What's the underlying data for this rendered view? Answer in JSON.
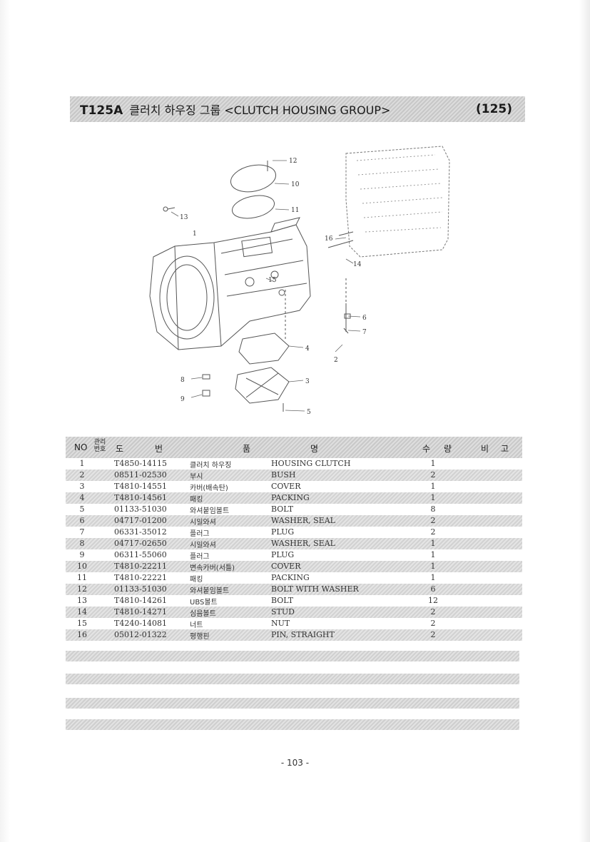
{
  "header": {
    "code": "T125A",
    "title": "클러치 하우징 그룹 <CLUTCH HOUSING GROUP>",
    "group_no": "(125)"
  },
  "diagram": {
    "callouts": [
      "12",
      "10",
      "11",
      "13",
      "1",
      "16",
      "14",
      "15",
      "6",
      "7",
      "4",
      "2",
      "8",
      "3",
      "9",
      "5"
    ]
  },
  "table": {
    "headers": {
      "no": "NO",
      "mgmt_top": "관리",
      "mgmt_bottom": "번호",
      "drawing_1": "도",
      "drawing_2": "번",
      "name_1": "품",
      "name_2": "명",
      "qty_1": "수",
      "qty_2": "량",
      "remark_1": "비",
      "remark_2": "고"
    },
    "rows": [
      {
        "no": "1",
        "part": "T4850-14115",
        "kr": "클러치 하우징",
        "en": "HOUSING CLUTCH",
        "qty": "1"
      },
      {
        "no": "2",
        "part": "08511-02530",
        "kr": "부시",
        "en": "BUSH",
        "qty": "2"
      },
      {
        "no": "3",
        "part": "T4810-14551",
        "kr": "카버(배속탄)",
        "en": "COVER",
        "qty": "1"
      },
      {
        "no": "4",
        "part": "T4810-14561",
        "kr": "패킹",
        "en": "PACKING",
        "qty": "1"
      },
      {
        "no": "5",
        "part": "01133-51030",
        "kr": "와셔붙임볼트",
        "en": "BOLT",
        "qty": "8"
      },
      {
        "no": "6",
        "part": "04717-01200",
        "kr": "시일와셔",
        "en": "WASHER, SEAL",
        "qty": "2"
      },
      {
        "no": "7",
        "part": "06331-35012",
        "kr": "플러그",
        "en": "PLUG",
        "qty": "2"
      },
      {
        "no": "8",
        "part": "04717-02650",
        "kr": "시일와셔",
        "en": "WASHER, SEAL",
        "qty": "1"
      },
      {
        "no": "9",
        "part": "06311-55060",
        "kr": "플러그",
        "en": "PLUG",
        "qty": "1"
      },
      {
        "no": "10",
        "part": "T4810-22211",
        "kr": "변속카버(서틀)",
        "en": "COVER",
        "qty": "1"
      },
      {
        "no": "11",
        "part": "T4810-22221",
        "kr": "패킹",
        "en": "PACKING",
        "qty": "1"
      },
      {
        "no": "12",
        "part": "01133-51030",
        "kr": "와셔붙임볼트",
        "en": "BOLT WITH WASHER",
        "qty": "6"
      },
      {
        "no": "13",
        "part": "T4810-14261",
        "kr": "UBS볼트",
        "en": "BOLT",
        "qty": "12"
      },
      {
        "no": "14",
        "part": "T4810-14271",
        "kr": "심음볼트",
        "en": "STUD",
        "qty": "2"
      },
      {
        "no": "15",
        "part": "T4240-14081",
        "kr": "너트",
        "en": "NUT",
        "qty": "2"
      },
      {
        "no": "16",
        "part": "05012-01322",
        "kr": "평행핀",
        "en": "PIN, STRAIGHT",
        "qty": "2"
      }
    ]
  },
  "footer": {
    "page": "- 103 -"
  }
}
